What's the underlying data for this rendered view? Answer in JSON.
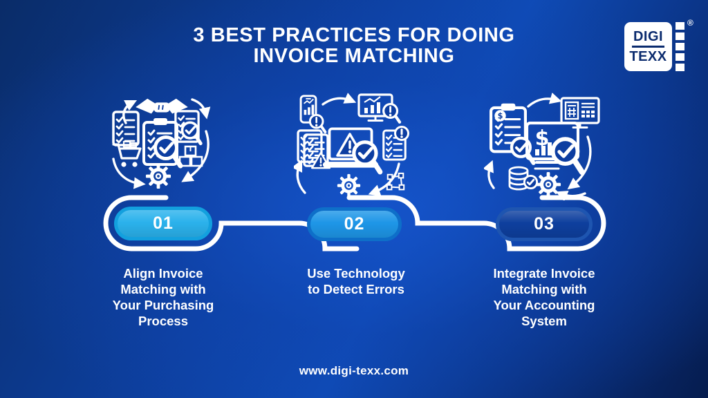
{
  "header": {
    "title_line1": "3 BEST PRACTICES FOR DOING",
    "title_line2": "INVOICE MATCHING"
  },
  "logo": {
    "line1": "DIGI",
    "line2": "TEXX",
    "registered_mark": "®"
  },
  "steps": [
    {
      "number": "01",
      "label": "Align Invoice Matching with Your Purchasing Process",
      "label_lines": [
        "Align Invoice",
        "Matching with",
        "Your Purchasing",
        "Process"
      ],
      "colors": {
        "fill": "#2bb2ec",
        "ring": "#13a0de"
      },
      "icons": [
        "handshake",
        "checklist-document",
        "clipboard-checklist",
        "document-magnifier-check",
        "magnifier-check",
        "shopping-cart",
        "stacked-boxes",
        "gear",
        "cycle-arrows"
      ]
    },
    {
      "number": "02",
      "label": "Use Technology to Detect Errors",
      "label_lines": [
        "Use Technology",
        "to Detect Errors"
      ],
      "colors": {
        "fill": "#1e96e7",
        "ring": "#0e6fc9"
      },
      "icons": [
        "smartphone-chart",
        "magnifier-alert",
        "monitor-chart",
        "documents-warning",
        "laptop-warning",
        "magnifier-check",
        "document-alert",
        "gear",
        "vector-nodes",
        "cycle-arrows"
      ]
    },
    {
      "number": "03",
      "label": "Integrate Invoice Matching with Your Accounting System",
      "label_lines": [
        "Integrate Invoice",
        "Matching with",
        "Your Accounting",
        "System"
      ],
      "colors": {
        "fill": "#0e3f9e",
        "ring": "#1e55b0"
      },
      "icons": [
        "clipboard-dollar-checklist",
        "magnifier-check",
        "desktop-calculator",
        "screen-dollar-chart",
        "coins-check",
        "gear",
        "cycle-arrows"
      ]
    }
  ],
  "footer": {
    "website": "www.digi-texx.com"
  },
  "colors": {
    "background_dark": "#061c4e",
    "background_bright": "#1152c5",
    "ribbon": "#ffffff",
    "text": "#ffffff",
    "logo_text": "#0b2b6e",
    "icon_accent_fill": "#0c3da1"
  }
}
